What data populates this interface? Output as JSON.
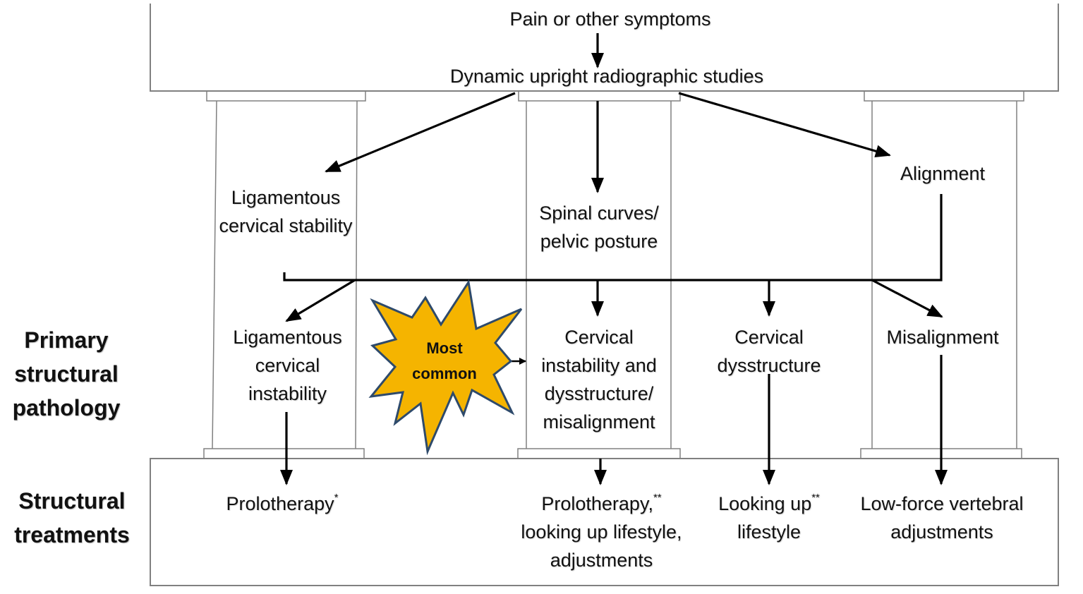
{
  "colors": {
    "line": "#000000",
    "frame": "#808080",
    "starFill": "#F5B400",
    "starStroke": "#2E4A6B"
  },
  "top": {
    "symptoms": "Pain or other symptoms",
    "studies": "Dynamic upright radiographic studies"
  },
  "assessments": {
    "ligamentous_stability": "Ligamentous cervical stability",
    "spinal_curves": "Spinal curves/ pelvic posture",
    "alignment": "Alignment"
  },
  "pathology": {
    "label": "Primary structural pathology",
    "ligamentous_instability": "Ligamentous cervical instability",
    "combined": "Cervical instability and dysstructure/ misalignment",
    "dysstructure": "Cervical dysstructure",
    "misalignment": "Misalignment"
  },
  "highlight": {
    "line1": "Most",
    "line2": "common"
  },
  "treatments": {
    "label": "Structural treatments",
    "prolotherapy": "Prolotherapy",
    "prolotherapy_mark": "*",
    "combined_line1": "Prolotherapy,",
    "combined_mark": "**",
    "combined_rest": "looking up lifestyle, adjustments",
    "looking_up_line1": "Looking up",
    "looking_up_mark": "**",
    "looking_up_line2": "lifestyle",
    "low_force": "Low-force vertebral adjustments"
  }
}
